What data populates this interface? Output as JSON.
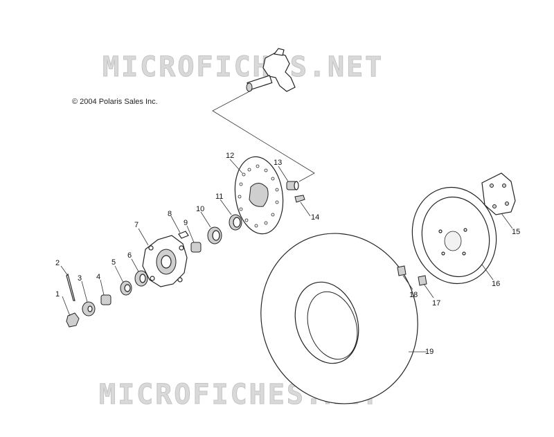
{
  "watermark": {
    "top": "MICROFICHES.NET",
    "bottom": "MICROFICHES.NET"
  },
  "copyright": "© 2004 Polaris Sales Inc.",
  "callouts": [
    {
      "id": "1",
      "label": "1"
    },
    {
      "id": "2",
      "label": "2"
    },
    {
      "id": "3",
      "label": "3"
    },
    {
      "id": "4",
      "label": "4"
    },
    {
      "id": "5",
      "label": "5"
    },
    {
      "id": "6",
      "label": "6"
    },
    {
      "id": "7",
      "label": "7"
    },
    {
      "id": "8",
      "label": "8"
    },
    {
      "id": "9",
      "label": "9"
    },
    {
      "id": "10",
      "label": "10"
    },
    {
      "id": "11",
      "label": "11"
    },
    {
      "id": "12",
      "label": "12"
    },
    {
      "id": "13",
      "label": "13"
    },
    {
      "id": "14",
      "label": "14"
    },
    {
      "id": "15",
      "label": "15"
    },
    {
      "id": "16",
      "label": "16"
    },
    {
      "id": "17",
      "label": "17"
    },
    {
      "id": "18",
      "label": "18"
    },
    {
      "id": "19",
      "label": "19"
    }
  ]
}
